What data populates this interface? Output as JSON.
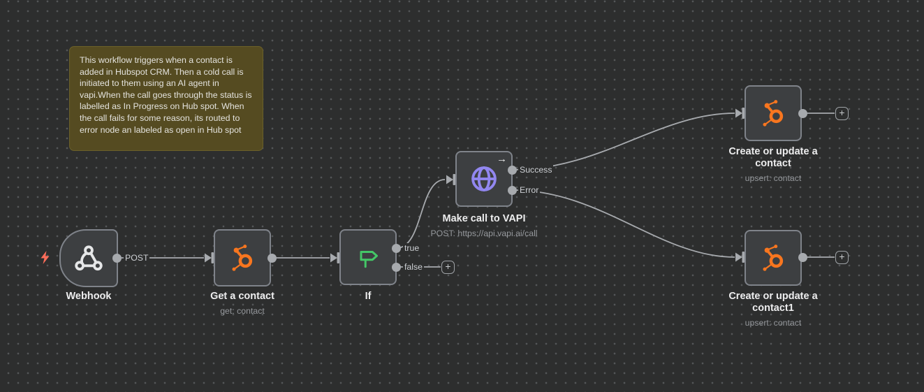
{
  "ui": {
    "plus": "+",
    "vapi_arrow": "→"
  },
  "colors": {
    "canvas_bg": "#2d2e2e",
    "grid_dot": "#545658",
    "node_fill": "#3d3f41",
    "node_border": "#7f838a",
    "edge_gray": "#a7aaae",
    "sticky_bg": "#554b21",
    "sticky_text": "#e4e3de",
    "title_text": "#ededee",
    "subtitle_text": "#95989c",
    "hubspot_orange": "#f8761f",
    "http_purple": "#9287f0",
    "if_green": "#44c767",
    "trigger_bolt_red": "#ff6d5a"
  },
  "sticky": {
    "text": "This workflow triggers when a contact is added in Hubspot CRM. Then a cold call is initiated to them using an AI agent in vapi.When the call goes through the status is labelled as In Progress on Hub spot. When the call fails for some reason, its routed to error node an labeled as open in Hub spot"
  },
  "nodes": {
    "webhook": {
      "title": "Webhook",
      "output_label": "POST"
    },
    "get_contact": {
      "title": "Get a contact",
      "subtitle": "get: contact"
    },
    "if": {
      "title": "If",
      "true_label": "true",
      "false_label": "false"
    },
    "make_call_vapi": {
      "title": "Make call to VAPI",
      "subtitle": "POST: https://api.vapi.ai/call",
      "success_label": "Success",
      "error_label": "Error"
    },
    "create_contact": {
      "title": "Create or update a contact",
      "subtitle": "upsert: contact"
    },
    "create_contact1": {
      "title": "Create or update a contact1",
      "subtitle": "upsert: contact"
    }
  }
}
